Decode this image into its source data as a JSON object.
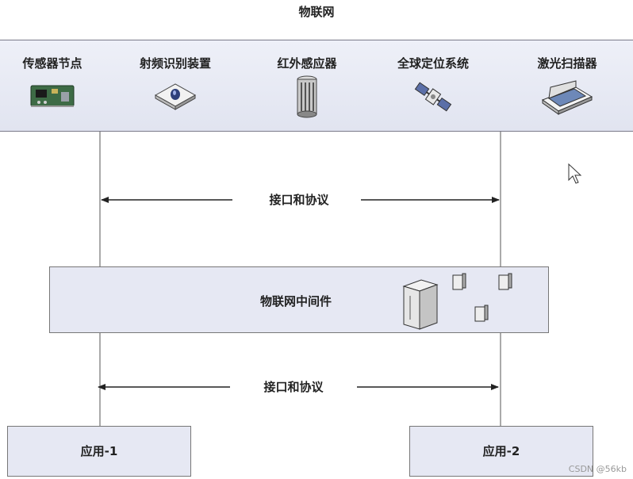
{
  "title": "物联网",
  "devices": [
    {
      "label": "传感器节点",
      "icon": "sensor-board-icon"
    },
    {
      "label": "射频识别装置",
      "icon": "rfid-reader-icon"
    },
    {
      "label": "红外感应器",
      "icon": "infrared-sensor-icon"
    },
    {
      "label": "全球定位系统",
      "icon": "gps-satellite-icon"
    },
    {
      "label": "激光扫描器",
      "icon": "laser-scanner-icon"
    }
  ],
  "top_interface_label": "接口和协议",
  "middleware": {
    "label": "物联网中间件",
    "icon": "server-cluster-icon"
  },
  "bottom_interface_label": "接口和协议",
  "apps": [
    {
      "label": "应用-1"
    },
    {
      "label": "应用-2"
    }
  ],
  "watermark": "CSDN @56kb",
  "colors": {
    "band": "#e1e4f0",
    "box_fill": "#e6e8f3",
    "line": "#555555"
  }
}
